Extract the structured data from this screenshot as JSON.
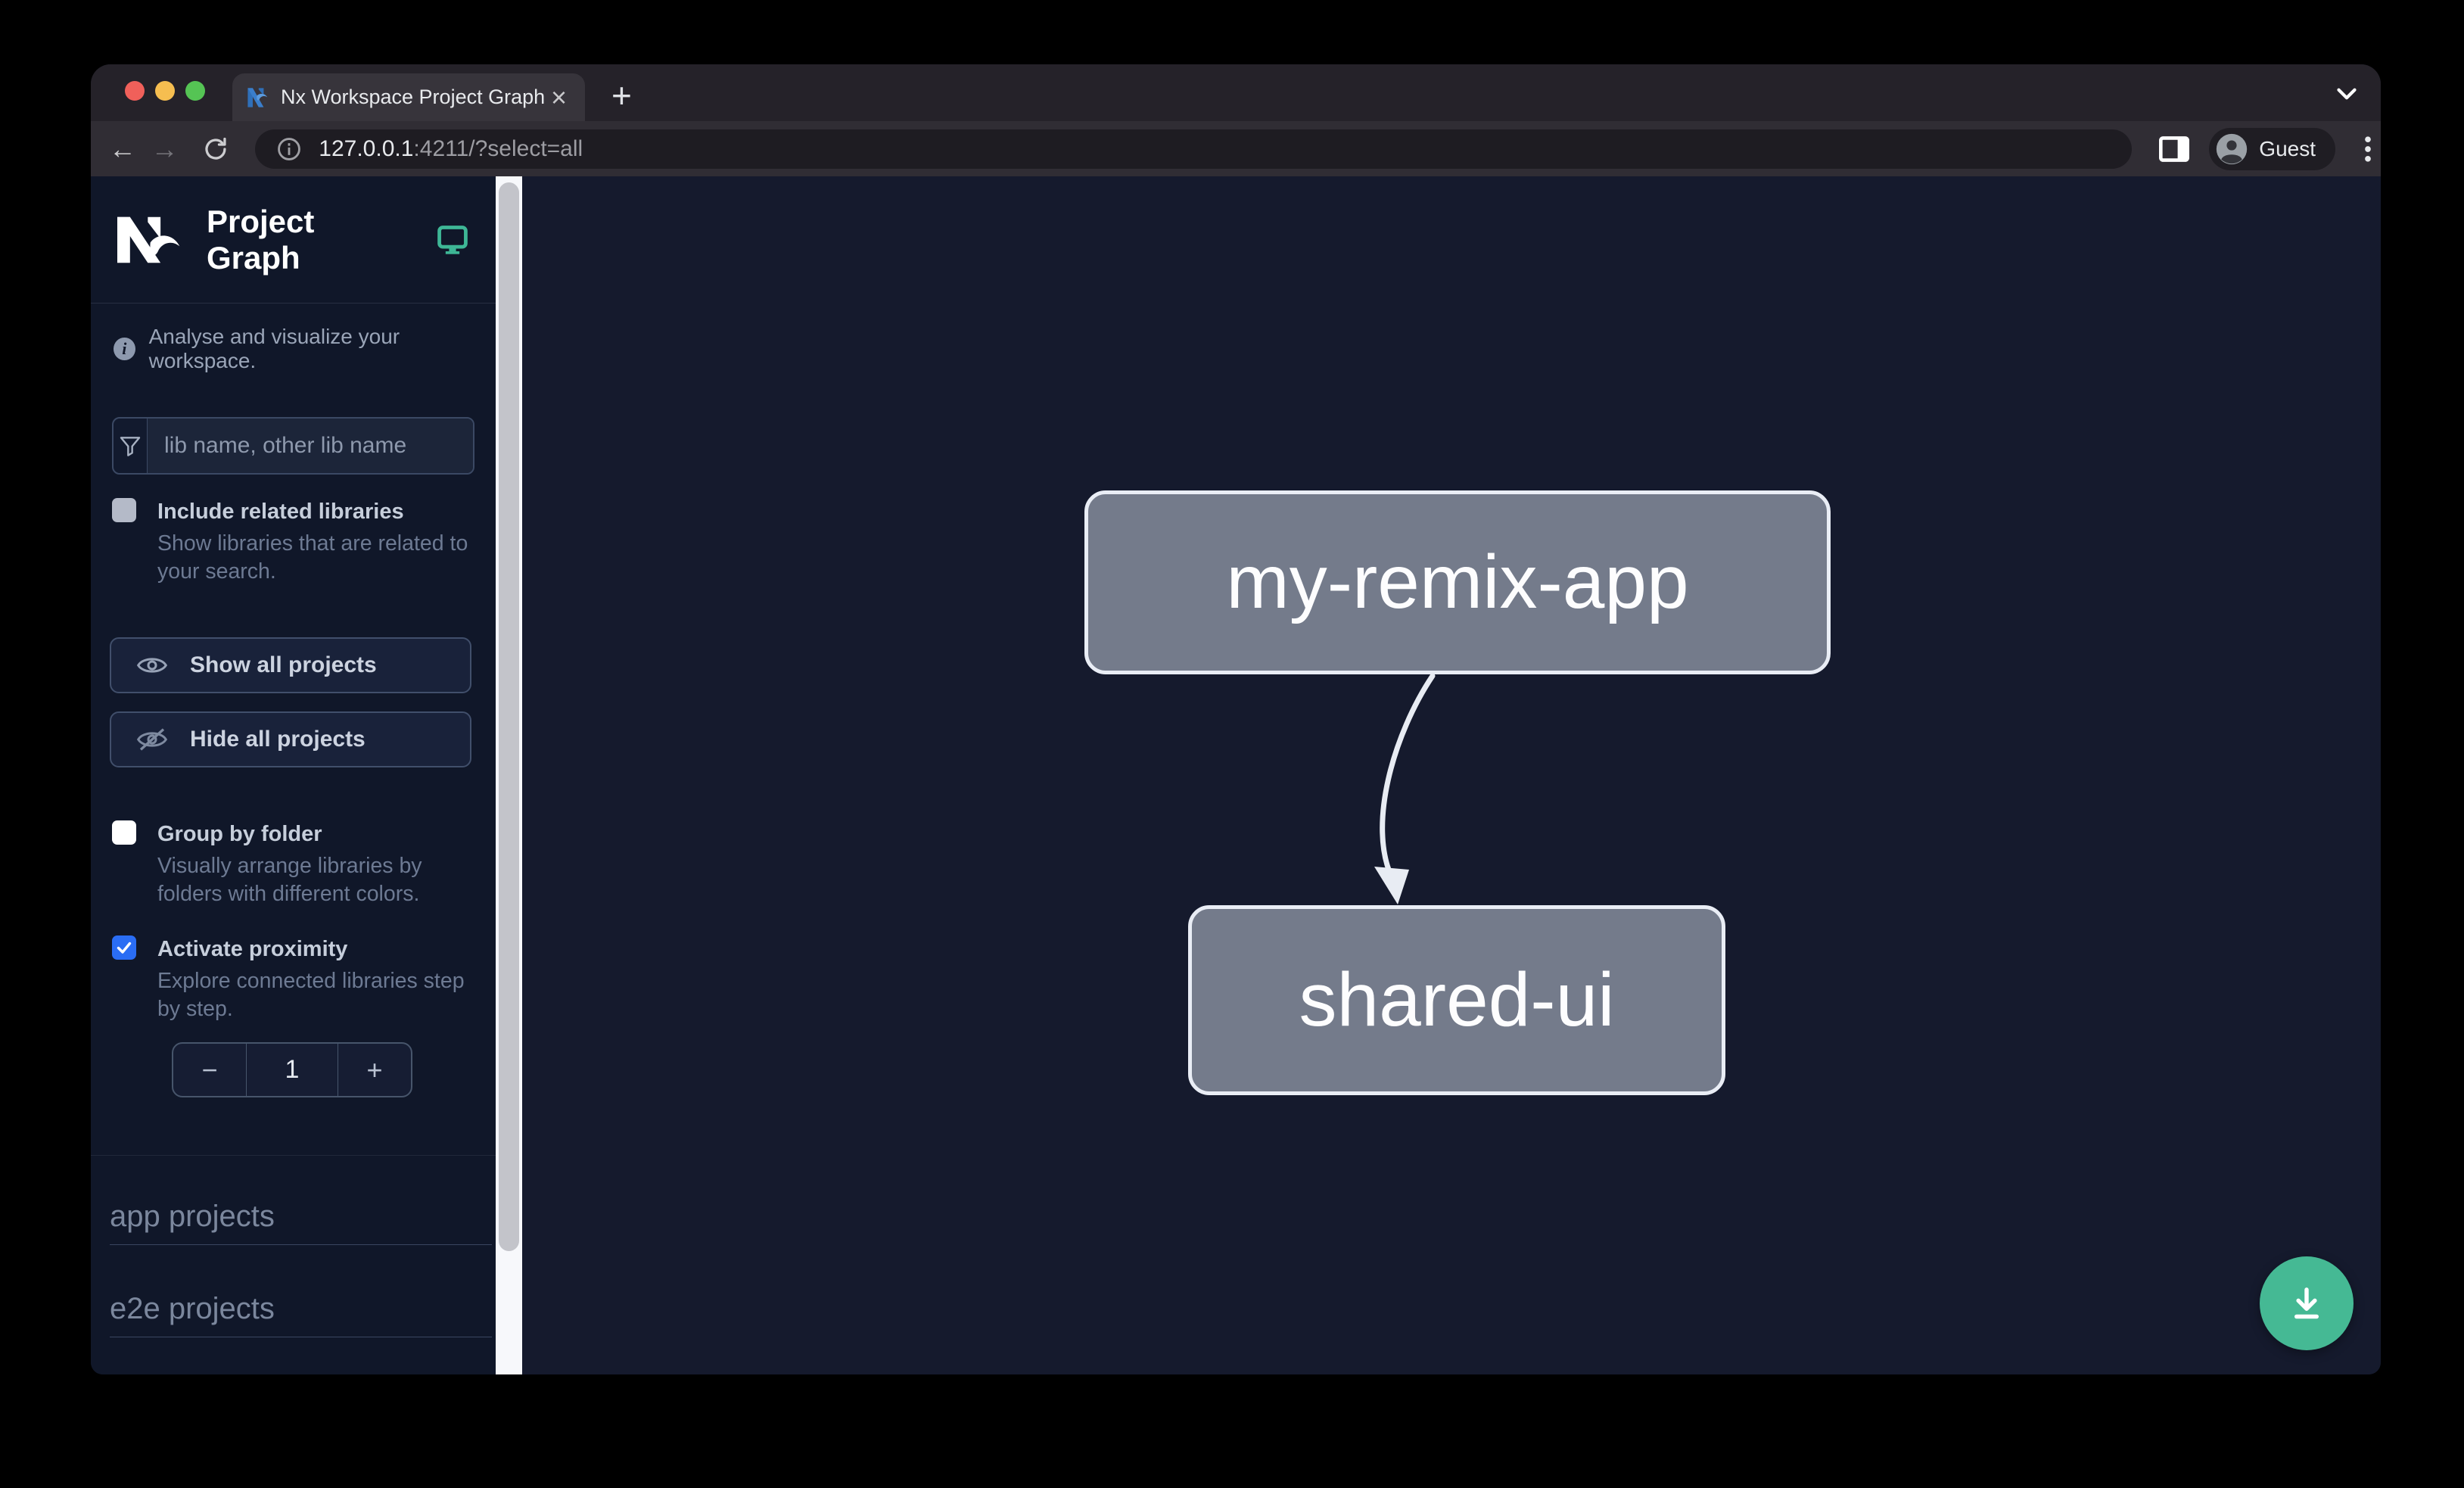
{
  "browser": {
    "tab": {
      "title": "Nx Workspace Project Graph"
    },
    "address": {
      "host": "127.0.0.1",
      "rest": ":4211/?select=all"
    },
    "profile": {
      "label": "Guest"
    },
    "icons": {
      "close": "×",
      "new_tab": "+",
      "back": "←",
      "forward": "→"
    }
  },
  "sidebar": {
    "title": "Project Graph",
    "tagline": "Analyse and visualize your workspace.",
    "search": {
      "placeholder": "lib name, other lib name"
    },
    "toggles": [
      {
        "label": "Include related libraries",
        "description": "Show libraries that are related to your search.",
        "state": "unchecked-disabled"
      },
      {
        "label": "Group by folder",
        "description": "Visually arrange libraries by folders with different colors.",
        "state": "unchecked"
      },
      {
        "label": "Activate proximity",
        "description": "Explore connected libraries step by step.",
        "state": "checked"
      }
    ],
    "actions": [
      {
        "label": "Show all projects"
      },
      {
        "label": "Hide all projects"
      }
    ],
    "stepper": {
      "decrement": "−",
      "value": "1",
      "increment": "+"
    },
    "sections": [
      {
        "label": "app projects"
      },
      {
        "label": "e2e projects"
      }
    ]
  },
  "graph": {
    "nodes": [
      {
        "id": "my-remix-app"
      },
      {
        "id": "shared-ui"
      }
    ],
    "edges": [
      {
        "source": "my-remix-app",
        "target": "shared-ui"
      }
    ]
  },
  "colors": {
    "accent_green": "#45b994",
    "checkbox_blue": "#2a6df4",
    "node_fill": "#747b8b",
    "node_border": "#e9edf5",
    "sidebar_bg": "#101729",
    "canvas_bg": "#151a2d"
  }
}
